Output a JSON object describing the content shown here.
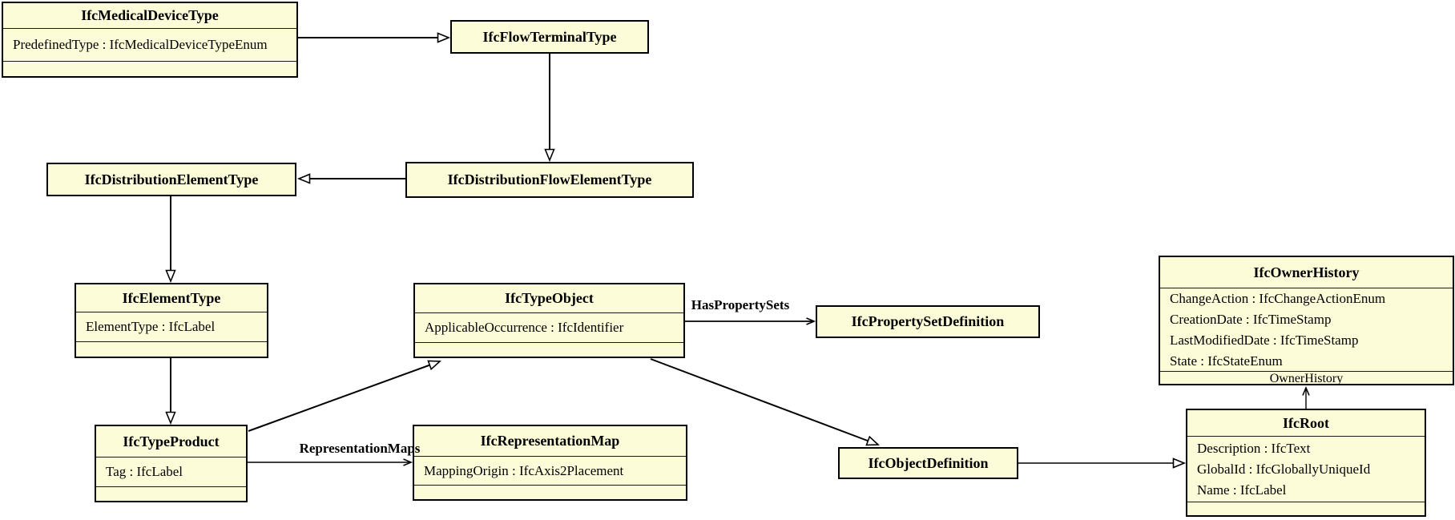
{
  "diagram": {
    "type": "uml-class-diagram",
    "classes": {
      "medical_device_type": {
        "title": "IfcMedicalDeviceType",
        "attributes": [
          "PredefinedType : IfcMedicalDeviceTypeEnum"
        ]
      },
      "flow_terminal_type": {
        "title": "IfcFlowTerminalType"
      },
      "distribution_element_type": {
        "title": "IfcDistributionElementType"
      },
      "distribution_flow_element_type": {
        "title": "IfcDistributionFlowElementType"
      },
      "element_type": {
        "title": "IfcElementType",
        "attributes": [
          "ElementType : IfcLabel"
        ]
      },
      "type_object": {
        "title": "IfcTypeObject",
        "attributes": [
          "ApplicableOccurrence : IfcIdentifier"
        ]
      },
      "property_set_definition": {
        "title": "IfcPropertySetDefinition"
      },
      "owner_history": {
        "title": "IfcOwnerHistory",
        "attributes": [
          "ChangeAction : IfcChangeActionEnum",
          "CreationDate : IfcTimeStamp",
          "LastModifiedDate : IfcTimeStamp",
          "State : IfcStateEnum"
        ],
        "role_label": "OwnerHistory"
      },
      "type_product": {
        "title": "IfcTypeProduct",
        "attributes": [
          "Tag : IfcLabel"
        ]
      },
      "representation_map": {
        "title": "IfcRepresentationMap",
        "attributes": [
          "MappingOrigin : IfcAxis2Placement"
        ]
      },
      "object_definition": {
        "title": "IfcObjectDefinition"
      },
      "root": {
        "title": "IfcRoot",
        "attributes": [
          "Description : IfcText",
          "GlobalId : IfcGloballyUniqueId",
          "Name : IfcLabel"
        ]
      }
    },
    "edge_labels": {
      "has_property_sets": "HasPropertySets",
      "representation_maps": "RepresentationMaps"
    },
    "colors": {
      "class_fill": "#fcfcd8",
      "border": "#000000",
      "background": "#ffffff"
    }
  }
}
